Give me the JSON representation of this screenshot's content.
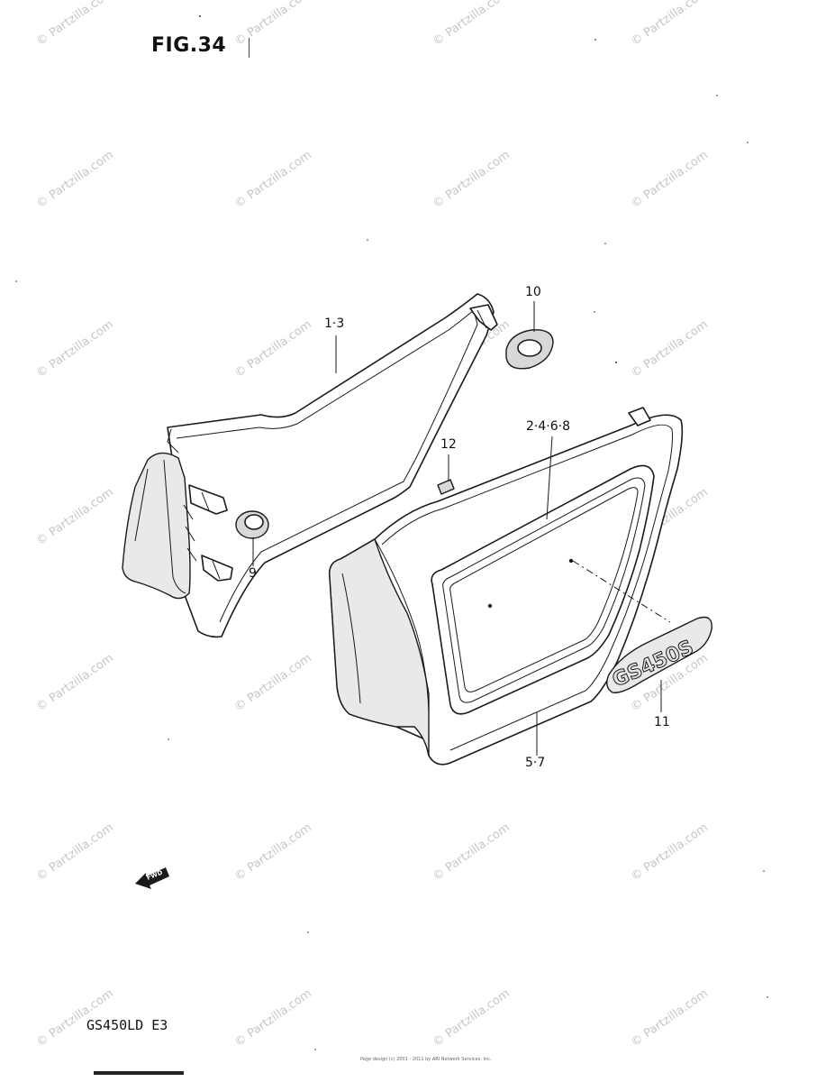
{
  "figure": {
    "title": "FIG.34",
    "model_code": "GS450LD E3",
    "footer_text": "Page design (c) 2001 - 2011 by ARI Network Services, Inc."
  },
  "watermark": {
    "text": "© Partzilla.com"
  },
  "callouts": {
    "c1_3": "1·3",
    "c10": "10",
    "c12": "12",
    "c2_4_6_8": "2·4·6·8",
    "c9": "9",
    "c11": "11",
    "c5_7": "5·7"
  },
  "emblem": {
    "text": "GS450S"
  },
  "direction_arrow": {
    "label": "FWD"
  }
}
